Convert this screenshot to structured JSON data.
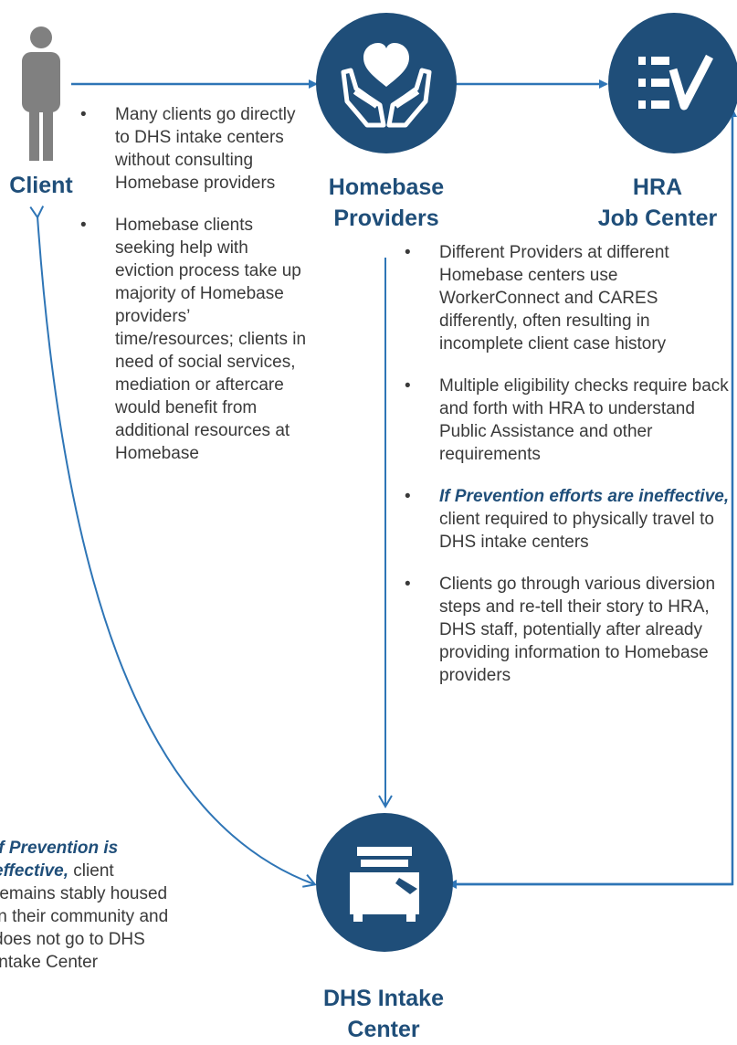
{
  "nodes": {
    "client": {
      "label": "Client"
    },
    "homebase": {
      "line1": "Homebase",
      "line2": "Providers"
    },
    "hra": {
      "line1": "HRA",
      "line2": "Job Center"
    },
    "dhs": {
      "line1": "DHS Intake",
      "line2": "Center"
    }
  },
  "client_notes": [
    "Many clients go directly to DHS intake centers without consulting Homebase providers",
    "Homebase clients seeking help with eviction process take up majority of Homebase providers’ time/resources; clients in need of social services, mediation or aftercare would benefit from additional resources at Homebase"
  ],
  "provider_notes": [
    {
      "text": "Different Providers at different Homebase centers use WorkerConnect and CARES differently, often resulting in incomplete client case history"
    },
    {
      "text": "Multiple eligibility checks require back and forth with HRA to understand Public Assistance and other requirements"
    },
    {
      "emphasis": "If Prevention efforts are ineffective,",
      "text": " client required to physically travel to DHS intake centers"
    },
    {
      "text": "Clients go through various diversion steps and re-tell their story to HRA, DHS staff, potentially after already providing information to Homebase providers"
    }
  ],
  "prevention_note": {
    "emphasis": "If Prevention is effective,",
    "text": " client remains stably housed in their community and does not go to DHS Intake Center"
  },
  "colors": {
    "primary": "#1f4e79",
    "arrow": "#2e75b6",
    "icon_bg": "#1f4e79",
    "person": "#808080"
  }
}
